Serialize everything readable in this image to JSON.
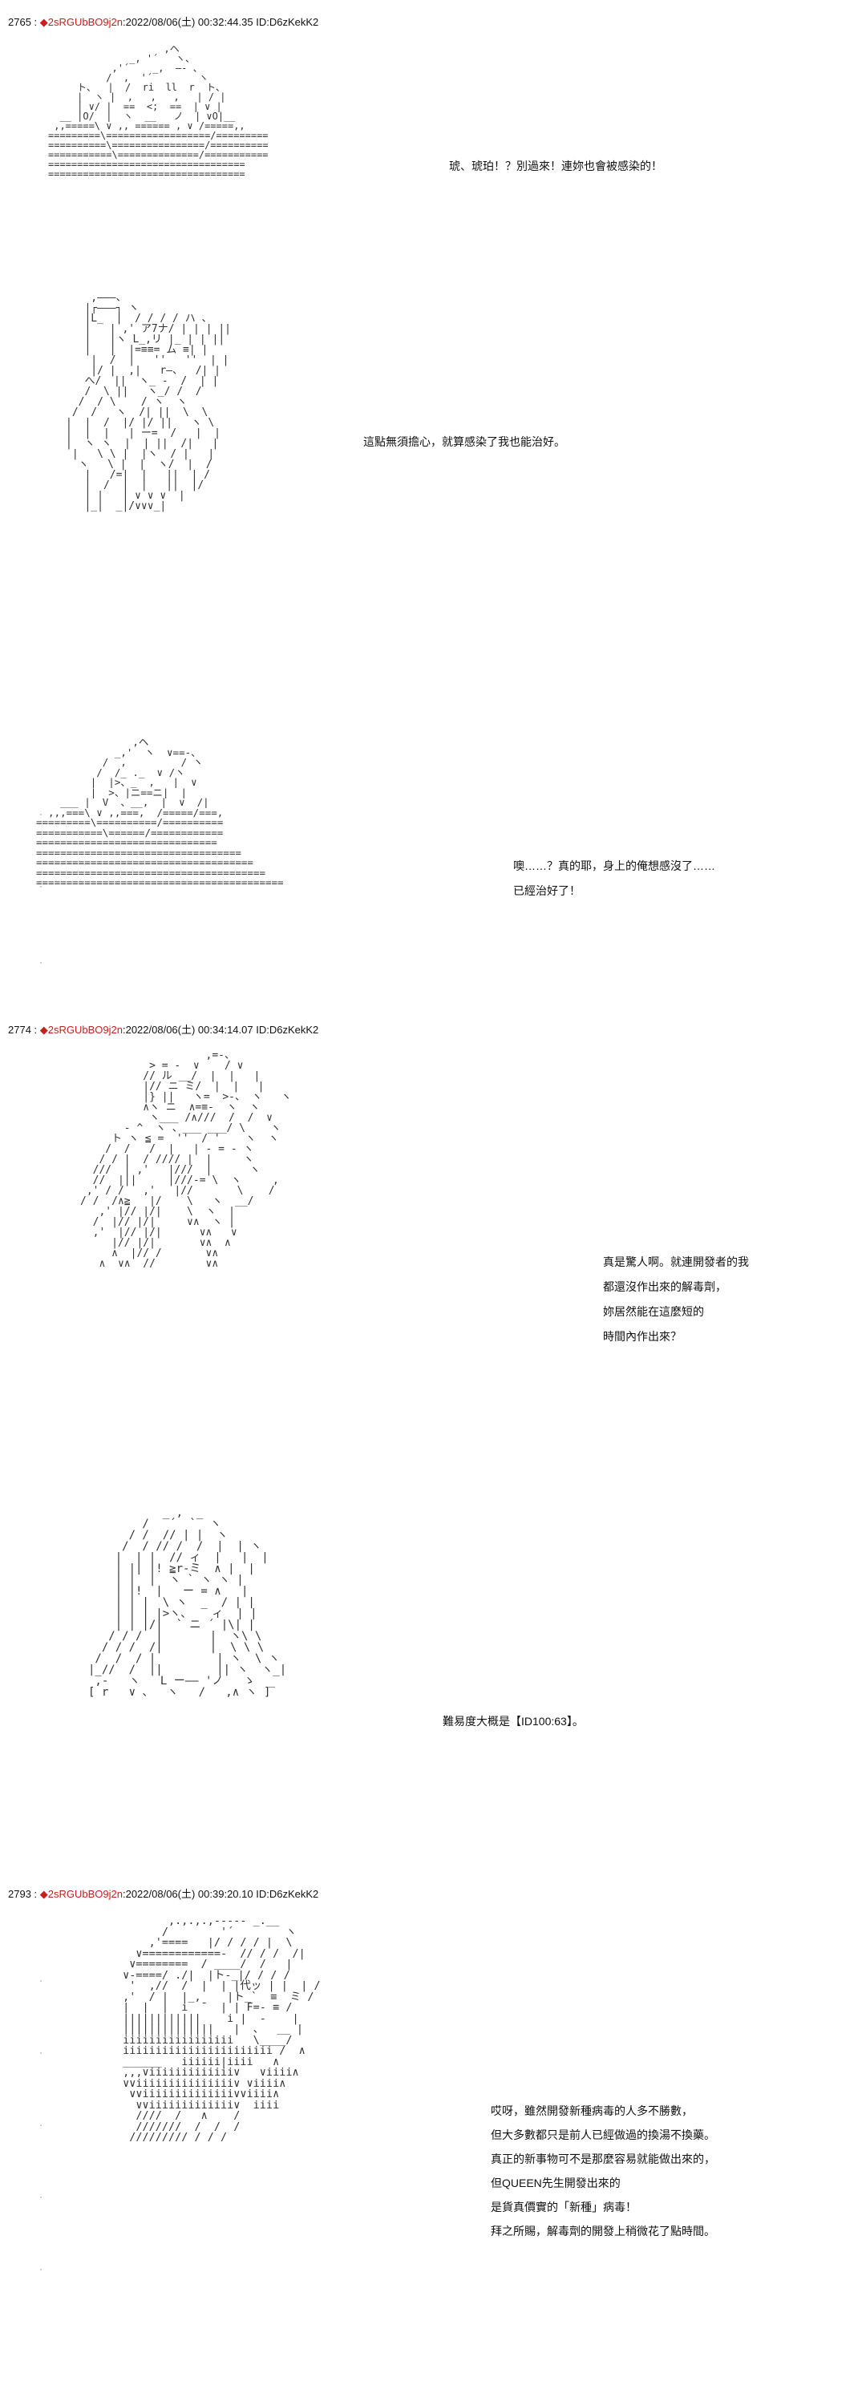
{
  "posts": [
    {
      "number": "2765",
      "trip": "◆2sRGUbBO9j2n",
      "datetime": ":2022/08/06(土) 00:32:44.35",
      "id": "ID:D6zKekK2",
      "scenes": [
        {
          "dialogue": [
            "琥、琥珀！？別過來！連妳也會被感染的！"
          ]
        },
        {
          "dialogue": [
            "這點無須擔心，就算感染了我也能治好。"
          ]
        },
        {
          "dialogue": [
            "噢……？真的耶，身上的俺想感沒了……",
            "已經治好了！"
          ]
        }
      ]
    },
    {
      "number": "2774",
      "trip": "◆2sRGUbBO9j2n",
      "datetime": ":2022/08/06(土) 00:34:14.07",
      "id": "ID:D6zKekK2",
      "scenes": [
        {
          "dialogue": [
            "真是驚人啊。就連開發者的我",
            "都還沒作出來的解毒劑，",
            "妳居然能在這麼短的",
            "時間內作出來？"
          ]
        },
        {
          "dialogue": [
            "難易度大概是【ID100:63】。"
          ]
        }
      ]
    },
    {
      "number": "2793",
      "trip": "◆2sRGUbBO9j2n",
      "datetime": ":2022/08/06(土) 00:39:20.10",
      "id": "ID:D6zKekK2",
      "scenes": [
        {
          "dialogue": [
            "哎呀，雖然開發新種病毒的人多不勝數，",
            "但大多數都只是前人已經做過的換湯不換藥。",
            "真正的新事物可不是那麼容易就能做出來的，",
            "但QUEEN先生開發出來的",
            "是貨真價實的「新種」病毒！",
            "拜之所賜，解毒劑的開發上稍微花了點時間。"
          ]
        }
      ]
    }
  ],
  "art": {
    "cap_hat_man": "                    ,ヘ\n              _, '´   ヽ、\n           ,'´    _,  ―- 、\n          /  ,  '´        ヽ\n     ト、  |  /  ri  ll  r  ト、\n     |  ヽ |  ,   ,   ,   | / |\n     | ∨/ |  ==  <;  ==  | ∨ |\n  __ |Ο/  |  ヽ  __   ノ  | ∨Ο|__\n ,,=====\\ ∨ ,, ====== , ∨ /=====,,\n=========\\==================/=========\n==========\\================/==========\n===========\\==============/===========\n==================================\n==================================",
    "kohaku": "    ,―――、\n   |┌―――┐ ヽ\n   |L_  |  / / / / ハ 、\n   |   | ,' ア7ナ/ | | | ||\n   |   |ヽ L_,リ |_ | | ||\n   |   |  |=≡≡= ム ≡| |\n    |  /  |   ''   ''  | |\n    |/ |  ,|   r―、  /| |\n   へ/  ||  ヽ_ -  /  | |\n   /  \\ ||   ヽ_/ /  /\n  /  / \\    / ヽ  ヽ\n /  /   ヽ  /| ||  \\  \\\n|  |  /  |/ |/ ||   ヽ \\\n|  |  |   | ー=  /   |  |\n|  ヽ ヽ  |  | ||  /|   |\n |   \\ \\ |  |ヽ  / |   |\n  ヽ   \\ |  |  ヽ/  |  /\n   |   /=|  |   ||  | /\n   |  /  |  |   ||  |/\n   | |   | ∨ ∨ ∨  |\n   |_|  _|/∨∨∨_|",
    "cap_hat_man_2": "                ,ヘ\n             _,'  ヽ  ∨==-、\n           /  ,         / ヽ\n          /  /_ ._  ∨ /ヽ\n         |  |>、_  ,   |  ∨\n         |  >、|ニ==ニ|  |\n    ___ |  V  、__,  |  ∨  /|\n  ,,,===\\ ∨ ,,===,  /=====/===,\n=========\\==========/==========\n===========\\======/============\n==============================\n==================================\n====================================\n======================================\n=========================================",
    "shocked_man": "                    ,=-、\n           > = -  ∨    / ∨\n          // ル __/  |  |   |\n          |// ニ ミ/  |  |   |\n          |} ||   ヽ=  >-、 ヽ   ヽ\n          ∧ヽ ニ  ∧=≡-  ヽ  ヽ\n           ヽ___ /∧///  /  /  ∨\n       ‐ ^  ヽ 、___ ___/ \\    ヽ\n     ト ヽ ≦ =  ''  / '    ヽ  ヽ\n    /  /   /  |   | - = - ヽ\n   / / |  / //// |  |     ヽ\n  ///  | ,'   |///  |      ヽ\n  //  |||     |///-= \\  ヽ     ,\n ,' / /   ,'   |//       \\    /\n/ /  /∧≧   |/    \\   ヽ  __/\n   ,' |// |/|    \\  ヽ  |\n  /  |// |/|     ∨∧  ヽ |\n  ,'  |// |/|      ∨∧   ∨\n     |// |/|       ∨∧  ∧\n     ∧  |// /       ∨∧\n   ∧  ∨∧  //        ∨∧\n",
    "heroine": "           _ ,  _ \n        /   ´  `  ヽ\n      / /  // | |  ヽ\n     /  / // /  /  |  | ヽ\n    |  | |  // ィ  |   |  |\n    | || |! ≧r-ミ  ∧ |  |\n    | |  |  ヽ ` ヽ ヽ | \n    | |!  |   ー = ∧   |\n    | | |  \\ ヽ  _  / | |\n    | | | |>ヽ、   ィ  | |\n    | | |/|  ` ニ ´ |\\| |\n   / / /  |       |  ヽ\\ \\\n  / / /  /|       |  \\ \\ \\\n /  /  / |         | ヽ  \\ ヽ\n|_//  /  ||        || ヽ  ヽ_|\n ,-   ヽ   L ー―― 'ノ   ゝ  _ \n[ r   ∨ 、  ヽ   /   ,∧ ヽ ]",
    "glasses_man": "        ,.,.,.,----- _.__\n       /        '´        ヽ\n     ,'====   |/ / / / |  \\\n   ∨============-  // / /  /|\n  ∨========  / ____/  /   |\n ∨-====/ ./|  |ト-_|/ / / /\n  '  ,//  /  |  | |代ッ | |  | /\n ,'  / |  |_,    |ト_`  ≡  ミ /\n |  |  |  i  ̄   | | F=- ≡ /\n ||||||||||||    i |  -    |\n ||||||||||||||   |  、  __ |\n iiiiiiiiiiiiiiiii   \\____/\n iiiiiiiiiiiiiiiiiiiiiii /  ∧\n ______   iiiiii|iiii   ∧\n ,,,∨iiiiiiiiiiiii∨   ∨iiii∧\n ∨∨iiiiiiiiiiiiiii∨ ∨iiii∧\n  ∨∨iiiiiiiiiiiiii∨∨iiii∧\n   ∨∨iiiiiiiiiiiii∨  iiii\n   ////  /   ∧    /\n   ///////  /  /  /\n  ///////// / / /\n"
  }
}
